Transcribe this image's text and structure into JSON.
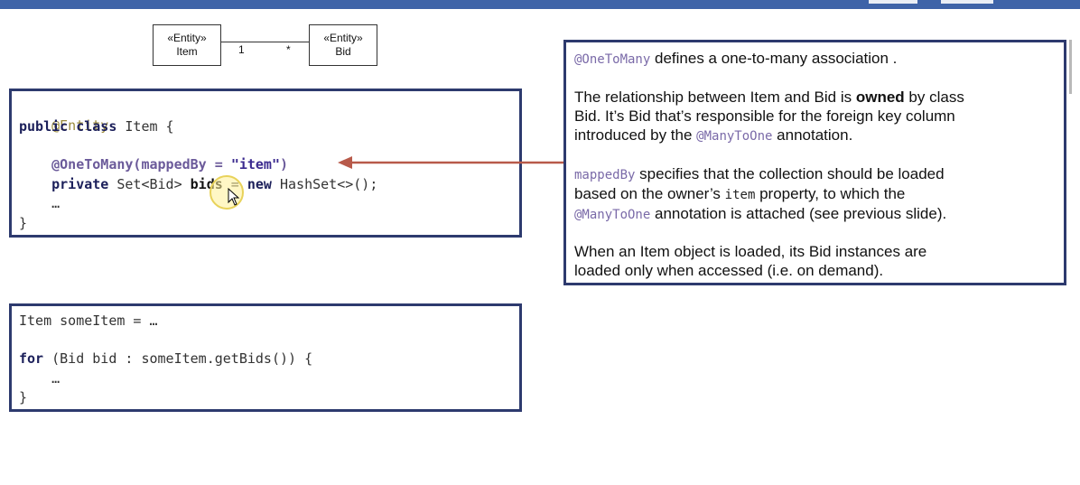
{
  "uml": {
    "item_box": {
      "stereotype": "«Entity»",
      "name": "Item"
    },
    "bid_box": {
      "stereotype": "«Entity»",
      "name": "Bid"
    },
    "mult_left": "1",
    "mult_right": "*"
  },
  "code_top": {
    "l1": "@Entity",
    "l2_kw": "public class",
    "l2_rest": " Item {",
    "l3_anno": "@OneToMany(mappedBy = ",
    "l3_str": "\"item\"",
    "l3_close": ")",
    "l4_kw": "private",
    "l4_type": " Set<Bid> ",
    "l4_ident": "bids",
    "l4_eq": " = ",
    "l4_new": "new",
    "l4_rest": " HashSet<>();",
    "l5": "…",
    "l6": "}"
  },
  "code_bottom": {
    "l1": "Item someItem = …",
    "l2_kw": "for",
    "l2_rest": " (Bid bid : someItem.getBids()) {",
    "l3": "…",
    "l4": "}"
  },
  "info": {
    "p1_code": "@OneToMany",
    "p1_text": " defines a one-to-many association .",
    "p2_a": "The relationship between Item and Bid is ",
    "p2_bold": "owned",
    "p2_b": " by class",
    "p2_line2": "Bid. It’s Bid that’s responsible for the foreign key column",
    "p2_line3_a": "introduced by the ",
    "p2_line3_code": "@ManyToOne",
    "p2_line3_b": " annotation.",
    "p3_code": "mappedBy",
    "p3_text": " specifies that the collection should be loaded",
    "p3_line2_a": "based on the owner’s ",
    "p3_line2_code": "item",
    "p3_line2_b": " property, to which the",
    "p3_line3_code": "@ManyToOne",
    "p3_line3_text": " annotation is attached (see previous slide).",
    "p4_line1": "When an Item object is loaded, its Bid instances are",
    "p4_line2": "loaded only when accessed (i.e. on demand)."
  },
  "colors": {
    "box_border": "#2d3a6e",
    "arrow": "#b85a4a",
    "annotation_olive": "#9a8a3a",
    "annotation_purple": "#6b5a9a",
    "keyword": "#1b1f5a"
  }
}
